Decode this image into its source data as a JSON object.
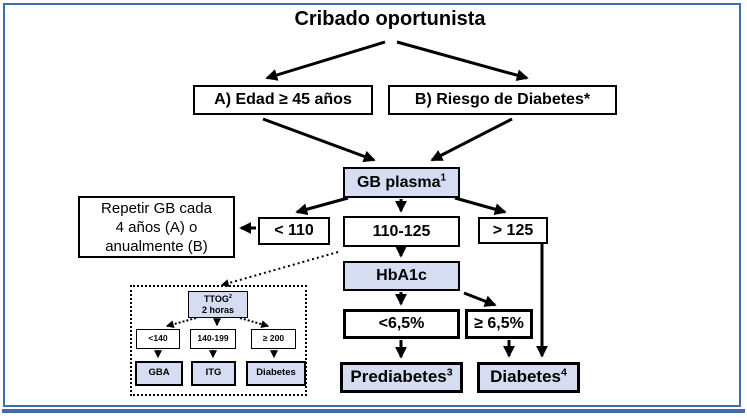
{
  "colors": {
    "frame_blue": "#3d6cb2",
    "node_fill_blue": "#d6dcf2",
    "node_border": "#000000",
    "arrow": "#000000"
  },
  "title": "Cribado oportunista",
  "nodes": {
    "option_a": {
      "label": "A) Edad ≥ 45 años"
    },
    "option_b": {
      "label": "B) Riesgo de Diabetes*"
    },
    "gb_plasma": {
      "label": "GB plasma",
      "sup": "1"
    },
    "repeat": {
      "line1": "Repetir GB cada",
      "line2": "4 años (A) o",
      "line3": "anualmente (B)"
    },
    "lt_110": {
      "label": "< 110"
    },
    "mid_110_125": {
      "label": "110-125"
    },
    "gt_125": {
      "label": "> 125"
    },
    "hba1c": {
      "label": "HbA1c"
    },
    "lt_6_5": {
      "label": "<6,5%"
    },
    "ge_6_5": {
      "label": "≥ 6,5%"
    },
    "prediabetes": {
      "label": "Prediabetes",
      "sup": "3"
    },
    "diabetes": {
      "label": "Diabetes",
      "sup": "4"
    },
    "ttog": {
      "line1": "TTOG",
      "sup": "2",
      "line2": "2 horas"
    },
    "lt_140": {
      "label": "<140"
    },
    "mid_140_199": {
      "label": "140-199"
    },
    "ge_200": {
      "label": "≥ 200"
    },
    "gba": {
      "label": "GBA"
    },
    "itg": {
      "label": "ITG"
    },
    "diabetes_ttog": {
      "label": "Diabetes"
    }
  }
}
